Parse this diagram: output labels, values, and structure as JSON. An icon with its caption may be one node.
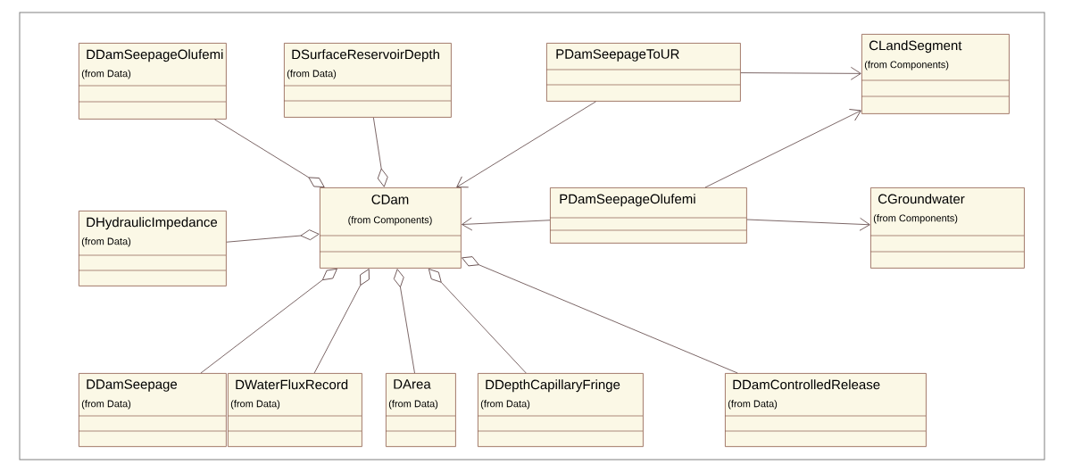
{
  "diagram": {
    "nodes": [
      {
        "text": [
          "DDamSeepageOlufemi",
          "(from Data)"
        ]
      },
      {
        "text": [
          "DSurfaceReservoirDepth",
          "(from Data)"
        ]
      },
      {
        "text": [
          "PDamSeepageToUR"
        ]
      },
      {
        "text": [
          "CLandSegment",
          "(from Components)"
        ]
      },
      {
        "text": [
          "DHydraulicImpedance",
          "(from Data)"
        ]
      },
      {
        "text": [
          "CDam",
          "(from Components)"
        ]
      },
      {
        "text": [
          "PDamSeepageOlufemi"
        ]
      },
      {
        "text": [
          "CGroundwater",
          "(from Components)"
        ]
      },
      {
        "text": [
          "DDamSeepage",
          "(from Data)"
        ]
      },
      {
        "text": [
          "DWaterFluxRecord",
          "(from Data)"
        ]
      },
      {
        "text": [
          "DArea",
          "(from Data)"
        ]
      },
      {
        "text": [
          "DDepthCapillaryFringe",
          "(from Data)"
        ]
      },
      {
        "text": [
          "DDamControlledRelease",
          "(from Data)"
        ]
      }
    ],
    "edges": [
      {
        "from": 0,
        "to": 5,
        "arrow": "other"
      },
      {
        "from": 1,
        "to": 5,
        "arrow": "other"
      },
      {
        "from": 2,
        "to": 5,
        "arrow": "to"
      },
      {
        "from": 2,
        "to": 3,
        "arrow": "to"
      },
      {
        "from": 4,
        "to": 5,
        "arrow": "other"
      },
      {
        "from": 6,
        "to": 5,
        "arrow": "to"
      },
      {
        "from": 6,
        "to": 3,
        "arrow": "to"
      },
      {
        "from": 6,
        "to": 7,
        "arrow": "to"
      },
      {
        "from": 8,
        "to": 5,
        "arrow": "other"
      },
      {
        "from": 9,
        "to": 5,
        "arrow": "other"
      },
      {
        "from": 10,
        "to": 5,
        "arrow": "other"
      },
      {
        "from": 11,
        "to": 5,
        "arrow": "other"
      },
      {
        "from": 12,
        "to": 5,
        "arrow": "other"
      }
    ]
  }
}
